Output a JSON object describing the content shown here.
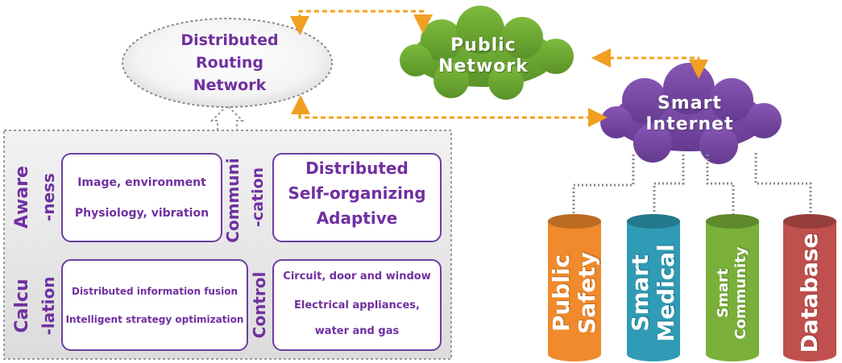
{
  "routing_network": {
    "lines": [
      "Distributed",
      "Routing",
      "Network"
    ]
  },
  "public_network": {
    "lines": [
      "Public",
      "Network"
    ]
  },
  "smart_internet": {
    "lines": [
      "Smart",
      "Internet"
    ]
  },
  "panel": {
    "awareness": {
      "label_lines": [
        "Aware",
        "-ness"
      ],
      "items": [
        "Image, environment",
        "Physiology, vibration"
      ]
    },
    "communication": {
      "label_lines": [
        "Communi",
        "-cation"
      ],
      "items": [
        "Distributed",
        "Self-organizing",
        "Adaptive"
      ]
    },
    "calculation": {
      "label_lines": [
        "Calcu",
        "-lation"
      ],
      "items": [
        "Distributed information fusion",
        "Intelligent strategy optimization"
      ]
    },
    "control": {
      "label": "Control",
      "items": [
        "Circuit, door and window",
        "Electrical appliances,",
        "water and gas"
      ]
    }
  },
  "databases": [
    {
      "lines": [
        "Public",
        "Safety"
      ],
      "color": "#f08a2c"
    },
    {
      "lines": [
        "Smart",
        "Medical"
      ],
      "color": "#2f9bb5"
    },
    {
      "lines": [
        "Smart",
        "Community"
      ],
      "color": "#7ab03a"
    },
    {
      "lines": [
        "Database"
      ],
      "color": "#c0504d"
    }
  ],
  "colors": {
    "accent_purple": "#7030a0",
    "cloud_green": "#6aa531",
    "cloud_purple": "#7a4aa6",
    "arrow_orange": "#f0a020",
    "dotted_gray": "#8a8a8a"
  }
}
